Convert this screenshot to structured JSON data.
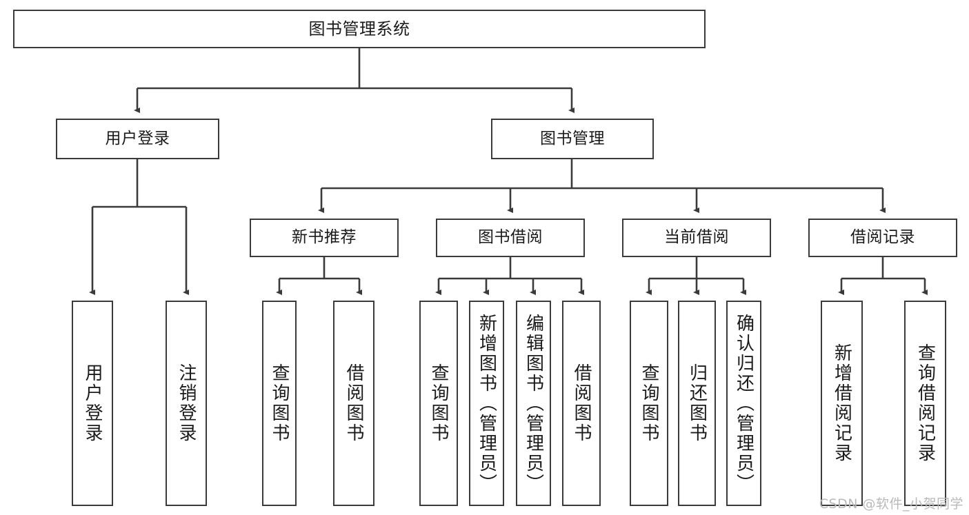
{
  "diagram": {
    "title": "图书管理系统",
    "type": "hierarchy-tree",
    "watermark": "CSDN @软件_小贺同学",
    "colors": {
      "border": "#3a3a3a",
      "fill": "#ffffff",
      "text": "#1a1a1a",
      "edge": "#3a3a3a",
      "watermark": "#b9b9b9"
    },
    "nodes": {
      "root": {
        "label": "图书管理系统"
      },
      "level2": [
        {
          "id": "user-login",
          "label": "用户登录"
        },
        {
          "id": "book-management",
          "label": "图书管理"
        }
      ],
      "level3": [
        {
          "id": "new-book-recommend",
          "label": "新书推荐"
        },
        {
          "id": "book-borrow",
          "label": "图书借阅"
        },
        {
          "id": "current-borrow",
          "label": "当前借阅"
        },
        {
          "id": "borrow-record",
          "label": "借阅记录"
        }
      ],
      "leaves": [
        {
          "id": "leaf-user-login",
          "label": "用户登录"
        },
        {
          "id": "leaf-logout",
          "label": "注销登录"
        },
        {
          "id": "leaf-query-book-1",
          "label": "查询图书"
        },
        {
          "id": "leaf-borrow-book-1",
          "label": "借阅图书"
        },
        {
          "id": "leaf-query-book-2",
          "label": "查询图书"
        },
        {
          "id": "leaf-add-book",
          "label": "新增图书（管理员）"
        },
        {
          "id": "leaf-edit-book",
          "label": "编辑图书（管理员）"
        },
        {
          "id": "leaf-borrow-book-2",
          "label": "借阅图书"
        },
        {
          "id": "leaf-query-book-3",
          "label": "查询图书"
        },
        {
          "id": "leaf-return-book",
          "label": "归还图书"
        },
        {
          "id": "leaf-confirm-return",
          "label": "确认归还（管理员）"
        },
        {
          "id": "leaf-add-record",
          "label": "新增借阅记录"
        },
        {
          "id": "leaf-query-record",
          "label": "查询借阅记录"
        }
      ]
    }
  }
}
